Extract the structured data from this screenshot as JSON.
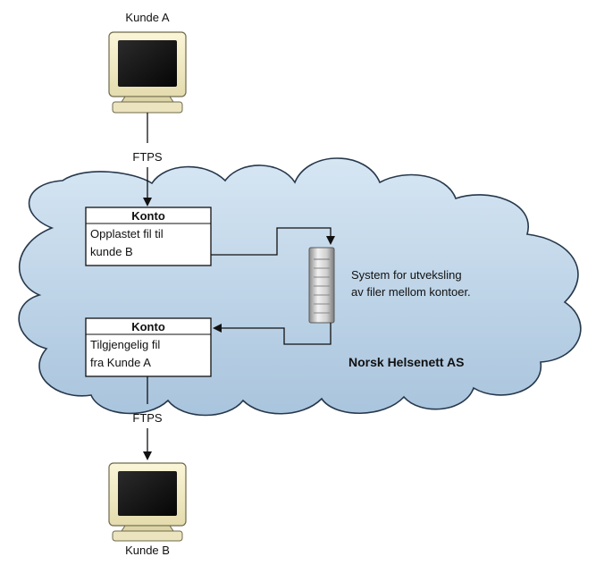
{
  "clients": {
    "a": {
      "label": "Kunde A"
    },
    "b": {
      "label": "Kunde B"
    }
  },
  "protocol_top": "FTPS",
  "protocol_bottom": "FTPS",
  "account_top": {
    "title": "Konto",
    "line1": "Opplastet fil til",
    "line2": "kunde B"
  },
  "account_bottom": {
    "title": "Konto",
    "line1": "Tilgjengelig fil",
    "line2": "fra Kunde A"
  },
  "server": {
    "line1": "System  for utveksling",
    "line2": "av filer mellom kontoer."
  },
  "network_name": "Norsk Helsenett AS",
  "colors": {
    "cloud_fill": "#bfd6ea",
    "cloud_stroke": "#26384c",
    "arrow": "#111111"
  }
}
